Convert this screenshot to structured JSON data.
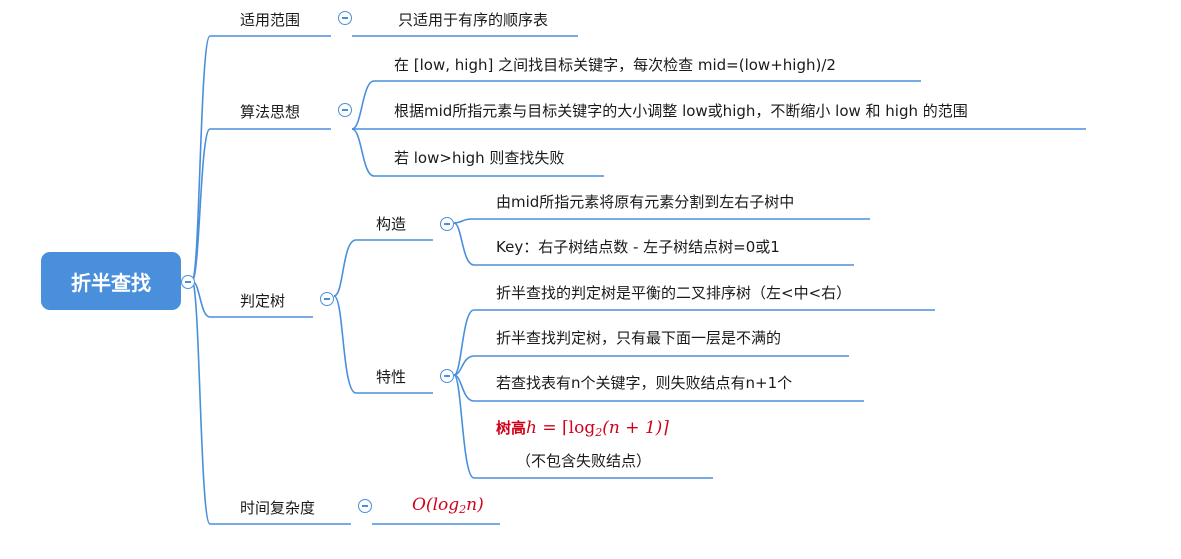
{
  "root": {
    "label": "折半查找"
  },
  "branches": {
    "scope": {
      "label": "适用范围",
      "leaf": "只适用于有序的顺序表"
    },
    "idea": {
      "label": "算法思想",
      "leaves": [
        "在 [low, high] 之间找目标关键字，每次检查 mid=(low+high)/2",
        "根据mid所指元素与目标关键字的大小调整 low或high，不断缩小 low 和 high 的范围",
        "若 low>high 则查找失败"
      ]
    },
    "tree": {
      "label": "判定树",
      "construct": {
        "label": "构造",
        "leaves": [
          "由mid所指元素将原有元素分割到左右子树中",
          "Key：右子树结点数 - 左子树结点树=0或1"
        ]
      },
      "props": {
        "label": "特性",
        "leaves": [
          "折半查找的判定树是平衡的二叉排序树（左<中<右）",
          "折半查找判定树，只有最下面一层是不满的",
          "若查找表有n个关键字，则失败结点有n+1个"
        ],
        "height": {
          "prefix": "树高",
          "h": "h",
          "eq": " = ⌈log",
          "sub": "2",
          "rest": "(n + 1)⌉",
          "note": "（不包含失败结点）"
        }
      }
    },
    "complexity": {
      "label": "时间复杂度",
      "formula": {
        "pre": "O(log",
        "sub": "2",
        "post": "n)"
      }
    }
  },
  "colors": {
    "accent": "#4a8fdc",
    "formula": "#d0021b"
  }
}
